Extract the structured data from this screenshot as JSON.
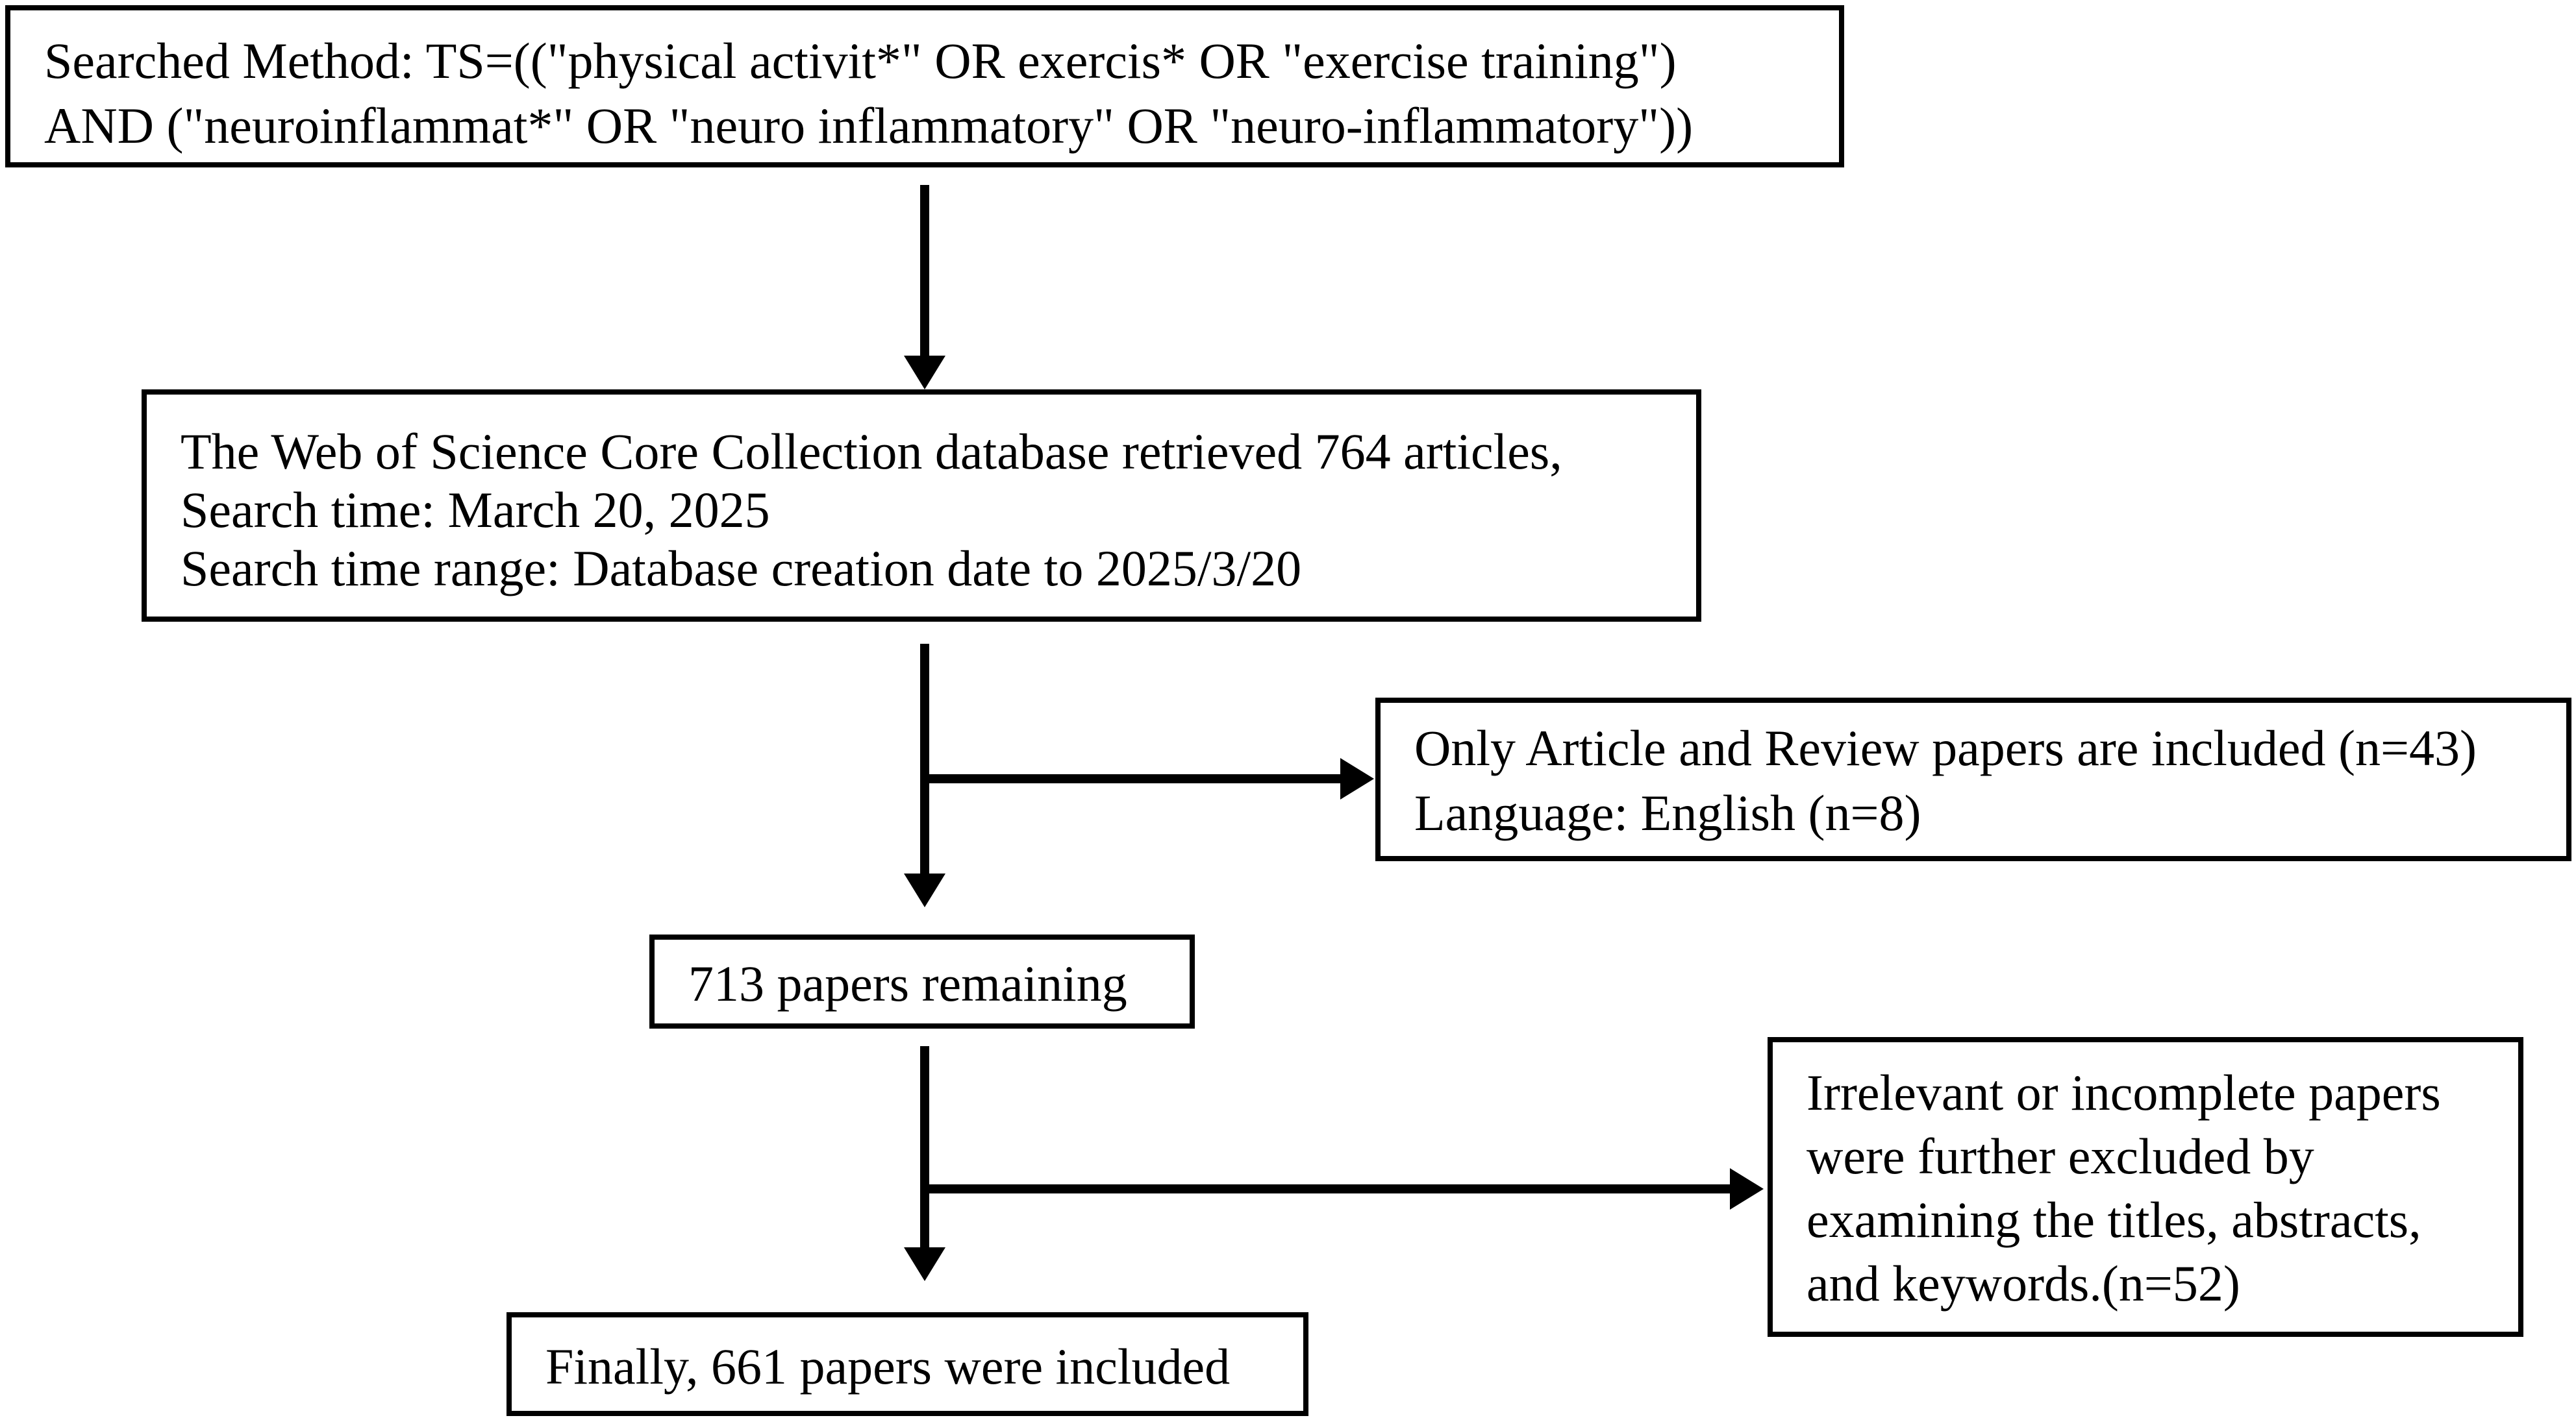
{
  "flowchart": {
    "search_method": {
      "lines": [
        "Searched Method: TS=((\"physical activit*\" OR exercis* OR \"exercise training\")",
        "AND (\"neuroinflammat*\" OR \"neuro inflammatory\" OR \"neuro-inflammatory\"))"
      ]
    },
    "database": {
      "lines": [
        "The Web of Science Core Collection database retrieved 764 articles,",
        "Search time: March 20, 2025",
        "Search time range: Database creation date to 2025/3/20"
      ]
    },
    "exclusion_1": {
      "lines": [
        "Only Article and Review papers are included (n=43)",
        "Language: English (n=8)"
      ]
    },
    "remaining": {
      "lines": [
        "713 papers remaining"
      ]
    },
    "exclusion_2": {
      "lines": [
        "Irrelevant or incomplete papers",
        "were further excluded by",
        "examining the titles, abstracts,",
        "and keywords.(n=52)"
      ]
    },
    "final": {
      "lines": [
        "Finally, 661 papers were included"
      ]
    }
  }
}
